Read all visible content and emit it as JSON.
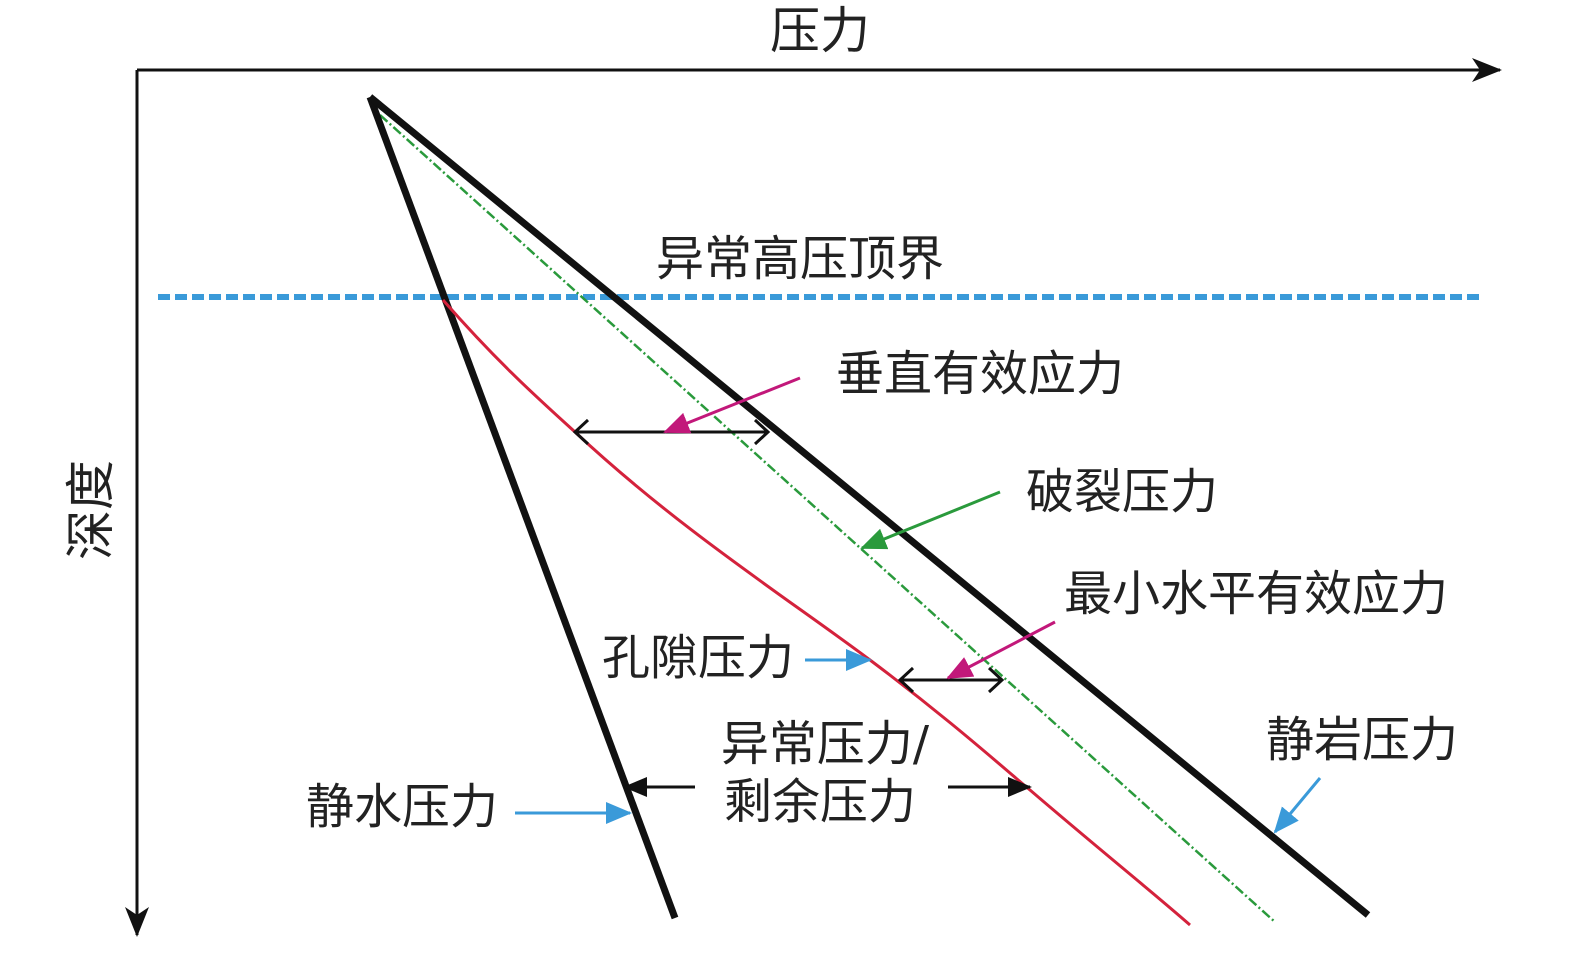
{
  "axes": {
    "x_label": "压力",
    "y_label": "深度"
  },
  "labels": {
    "overpressure_top": "异常高压顶界",
    "vertical_effective_stress": "垂直有效应力",
    "fracture_pressure": "破裂压力",
    "min_horizontal_effective_stress": "最小水平有效应力",
    "pore_pressure": "孔隙压力",
    "abnormal_pressure_line1": "异常压力/",
    "abnormal_pressure_line2": "剩余压力",
    "hydrostatic_pressure": "静水压力",
    "lithostatic_pressure": "静岩压力"
  },
  "colors": {
    "axis": "#111111",
    "pore": "#d4223c",
    "fracture": "#2a9a3c",
    "boundary": "#3a9ad9",
    "magenta": "#c2187a",
    "blue_arrow": "#3a9ad9"
  }
}
